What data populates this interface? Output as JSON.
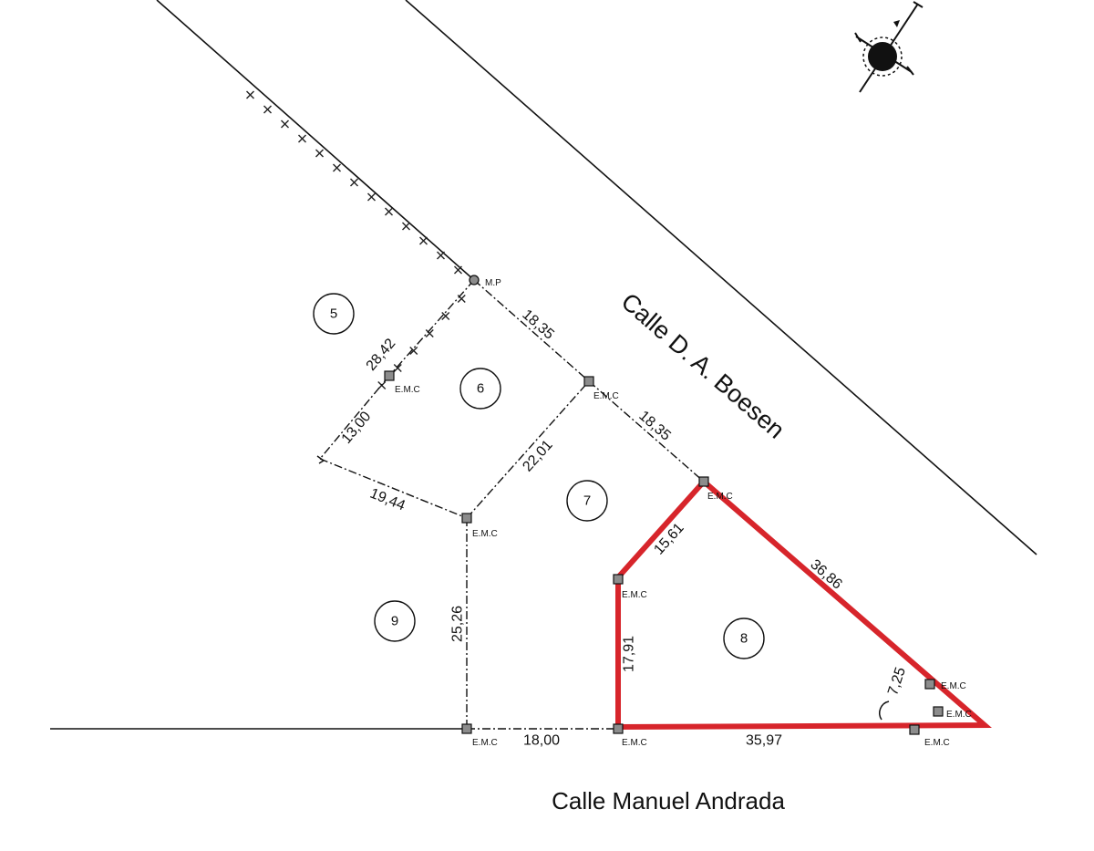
{
  "streets": {
    "top": "Calle D. A. Boesen",
    "bottom": "Calle Manuel Andrada"
  },
  "lots": [
    "5",
    "6",
    "7",
    "8",
    "9"
  ],
  "dimensions": {
    "d_28_42": "28,42",
    "d_18_35_a": "18,35",
    "d_18_35_b": "18,35",
    "d_13_00": "13,00",
    "d_22_01": "22,01",
    "d_19_44": "19,44",
    "d_15_61": "15,61",
    "d_36_86": "36,86",
    "d_25_26": "25,26",
    "d_17_91": "17,91",
    "d_7_25": "7,25",
    "d_18_00": "18,00",
    "d_35_97": "35,97"
  },
  "markers": {
    "mp": "M.P",
    "emc": "E.M.C"
  },
  "colors": {
    "highlight": "#d7252b",
    "line": "#111111",
    "marker_fill": "#8c8c8c"
  }
}
